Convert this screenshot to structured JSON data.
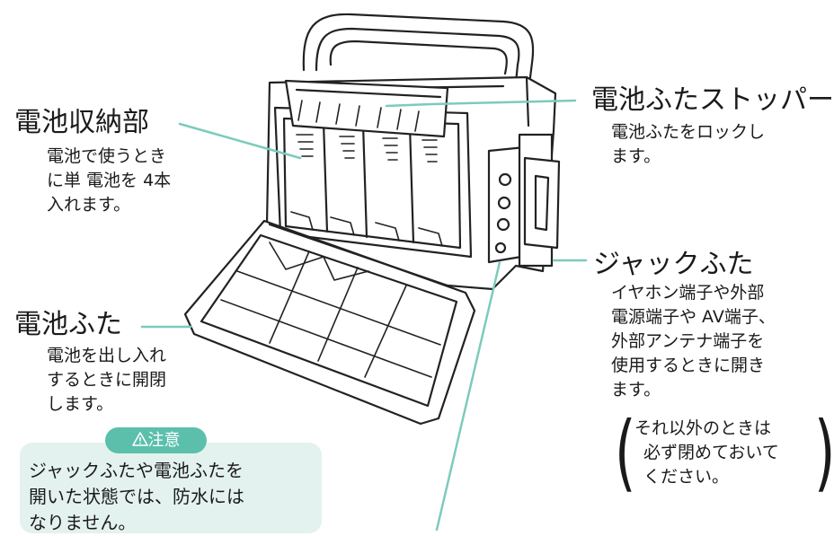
{
  "colors": {
    "leader": "#7ccbbc",
    "caution": "#5bbfac",
    "caution_bg": "#e4f2ef"
  },
  "labels": {
    "battery_compartment": {
      "title": "電池収納部",
      "lines": [
        "電池で使うとき",
        "に単 電池を 4本",
        "入れます。"
      ]
    },
    "battery_cover": {
      "title": "電池ふた",
      "lines": [
        "電池を出し入れ",
        "するときに開閉",
        "します。"
      ]
    },
    "battery_cover_stopper": {
      "title": "電池ふたストッパー",
      "lines": [
        "電池ふたをロックし",
        "ます。"
      ]
    },
    "jack_cover": {
      "title": "ジャックふた",
      "lines": [
        "イヤホン端子や外部",
        "電源端子や AV端子、",
        "外部アンテナ端子を",
        "使用するときに開き",
        "ます。"
      ],
      "note_lines": [
        "それ以外のときは",
        "必ず閉めておいて",
        "ください。"
      ]
    }
  },
  "caution": {
    "icon": "warning-triangle-icon",
    "label": "注意",
    "lines": [
      "ジャックふたや電池ふたを",
      "開いた状態では、防水には",
      "なりません。"
    ]
  }
}
